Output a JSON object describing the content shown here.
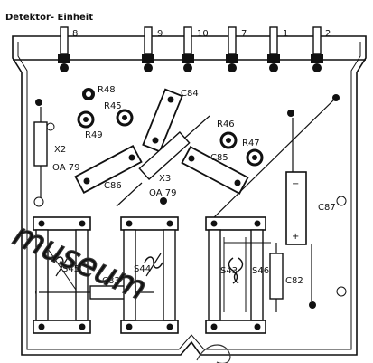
{
  "title": "Detektor- Einheit",
  "watermark": "museum",
  "pins": [
    "8",
    "9",
    "10",
    "7",
    "1",
    "2"
  ],
  "resistors": [
    {
      "ref": "R48"
    },
    {
      "ref": "R45"
    },
    {
      "ref": "R49"
    },
    {
      "ref": "R46"
    },
    {
      "ref": "R47"
    }
  ],
  "capacitors": [
    {
      "ref": "C84"
    },
    {
      "ref": "C85"
    },
    {
      "ref": "C86"
    },
    {
      "ref": "C87"
    },
    {
      "ref": "C83"
    },
    {
      "ref": "C82"
    }
  ],
  "diodes": [
    {
      "ref": "X2",
      "type": "OA 79"
    },
    {
      "ref": "X3",
      "type": "OA 79"
    }
  ],
  "coils": [
    {
      "ref": "S45"
    },
    {
      "ref": "S44"
    },
    {
      "ref": "S43"
    },
    {
      "ref": "S46"
    }
  ],
  "polarity": {
    "minus": "−",
    "plus": "+"
  },
  "colors": {
    "ink": "#111111",
    "board": "#ffffff"
  }
}
